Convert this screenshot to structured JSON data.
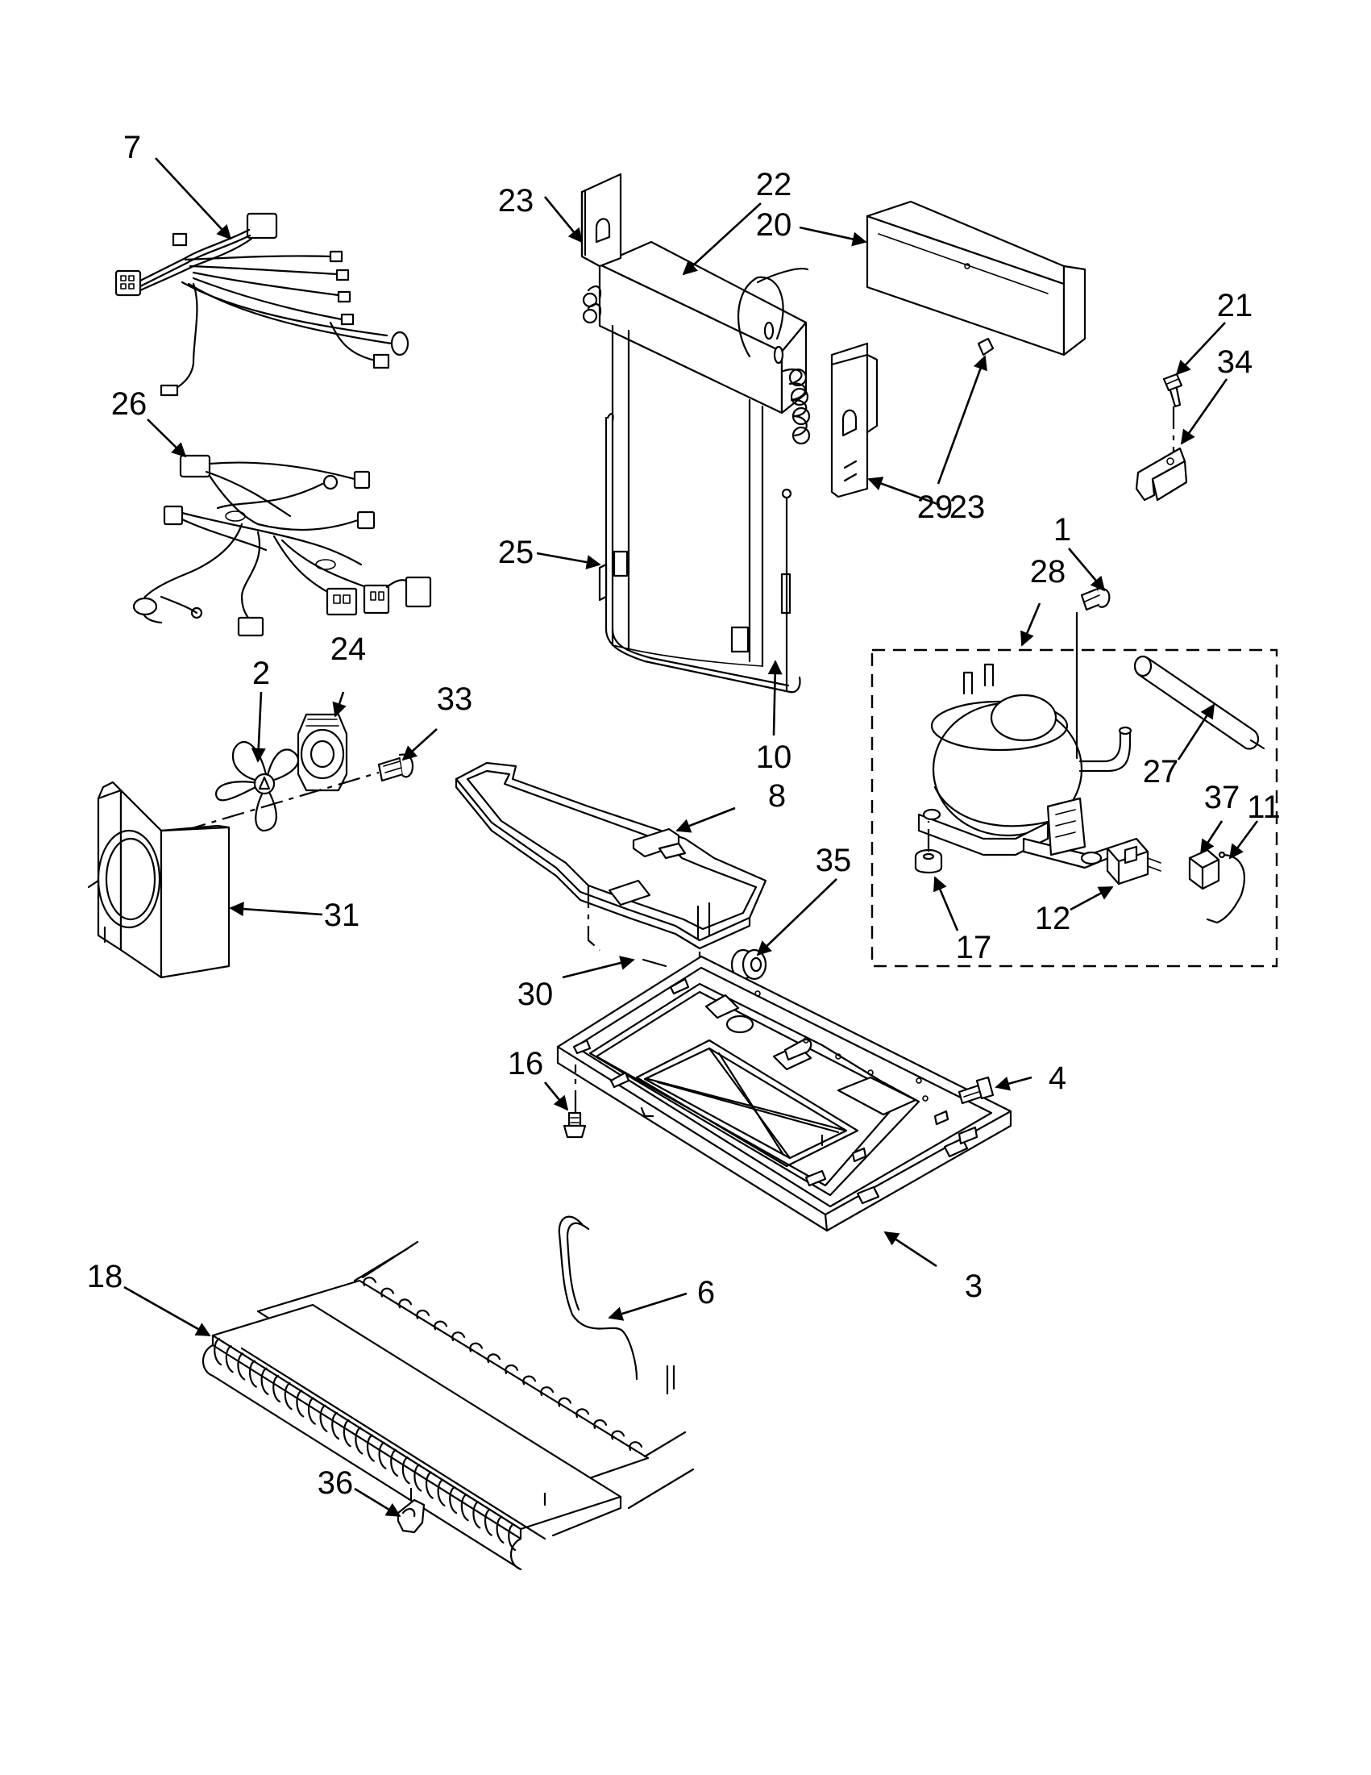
{
  "callouts": [
    {
      "id": "c1",
      "label": "1"
    },
    {
      "id": "c2",
      "label": "2"
    },
    {
      "id": "c3",
      "label": "3"
    },
    {
      "id": "c4",
      "label": "4"
    },
    {
      "id": "c6",
      "label": "6"
    },
    {
      "id": "c7",
      "label": "7"
    },
    {
      "id": "c8",
      "label": "8"
    },
    {
      "id": "c10",
      "label": "10"
    },
    {
      "id": "c11",
      "label": "11"
    },
    {
      "id": "c12",
      "label": "12"
    },
    {
      "id": "c16",
      "label": "16"
    },
    {
      "id": "c17",
      "label": "17"
    },
    {
      "id": "c18",
      "label": "18"
    },
    {
      "id": "c20",
      "label": "20"
    },
    {
      "id": "c21",
      "label": "21"
    },
    {
      "id": "c22",
      "label": "22"
    },
    {
      "id": "c23a",
      "label": "23"
    },
    {
      "id": "c23b",
      "label": "23"
    },
    {
      "id": "c24",
      "label": "24"
    },
    {
      "id": "c25",
      "label": "25"
    },
    {
      "id": "c26",
      "label": "26"
    },
    {
      "id": "c27",
      "label": "27"
    },
    {
      "id": "c28",
      "label": "28"
    },
    {
      "id": "c29",
      "label": "29"
    },
    {
      "id": "c30",
      "label": "30"
    },
    {
      "id": "c31",
      "label": "31"
    },
    {
      "id": "c33",
      "label": "33"
    },
    {
      "id": "c34",
      "label": "34"
    },
    {
      "id": "c35",
      "label": "35"
    },
    {
      "id": "c36",
      "label": "36"
    },
    {
      "id": "c37",
      "label": "37"
    }
  ]
}
